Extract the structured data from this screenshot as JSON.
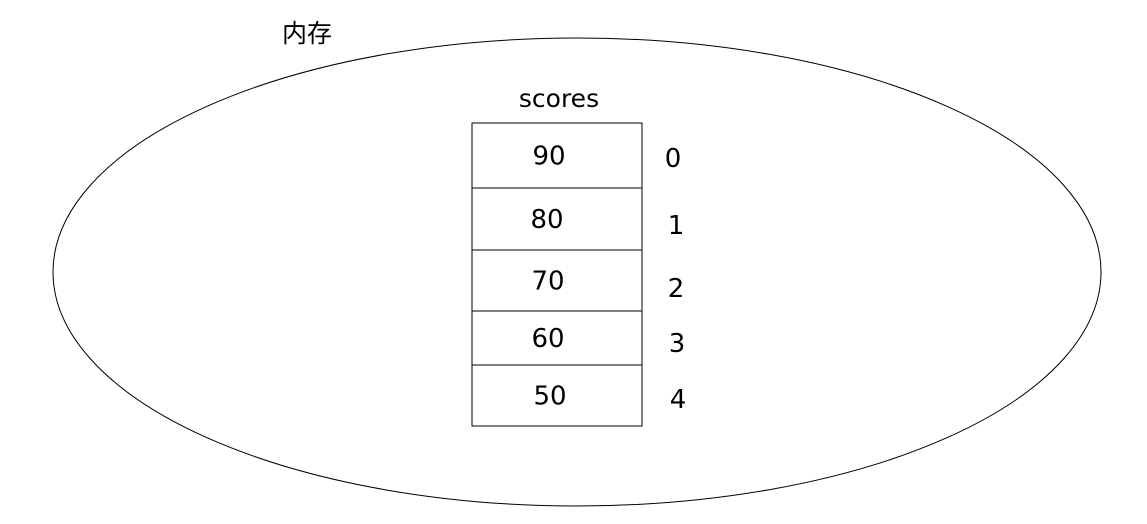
{
  "memory_label": "内存",
  "array": {
    "name": "scores",
    "values": [
      "90",
      "80",
      "70",
      "60",
      "50"
    ],
    "indices": [
      "0",
      "1",
      "2",
      "3",
      "4"
    ]
  }
}
